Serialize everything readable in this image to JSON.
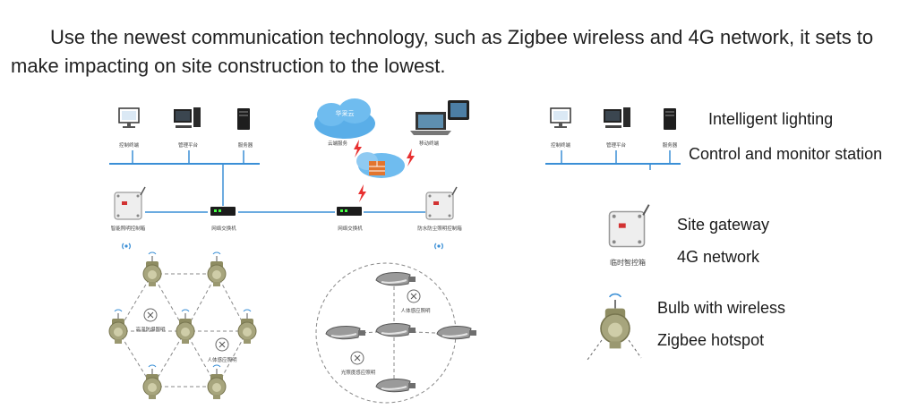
{
  "heading": "Use the newest communication technology, such as Zigbee wireless and 4G network, it sets to make impacting on site construction to the lowest.",
  "cloud_label": "华采云",
  "diagram_labels": {
    "station_1": "控制终端",
    "station_2": "管理平台",
    "station_3": "服务器",
    "cloud_station": "云端服务",
    "mobile": "移动终端",
    "gateway_left": "智能照明控制箱",
    "switch_left": "网络交换机",
    "switch_right": "网络交换机",
    "gateway_right": "防水防尘照明控制箱",
    "zone_left": "高温防爆照明",
    "zone_left_2": "人体感应照明",
    "zone_right": "人体感应照明",
    "zone_right_2": "光照度感应照明"
  },
  "legend": {
    "station_line1": "Intelligent lighting",
    "station_line2": "Control and monitor station",
    "gateway_line1": "Site gateway",
    "gateway_line2": "4G network",
    "bulb_line1": "Bulb with wireless",
    "bulb_line2": "Zigbee hotspot",
    "gateway_caption": "临时智控箱",
    "legend_station_1": "控制终端",
    "legend_station_2": "管理平台",
    "legend_station_3": "服务器"
  },
  "colors": {
    "bus_line": "#3a8fd6",
    "dashed_link": "#888888",
    "bulb_body": "#a7a57d",
    "lightning": "#e83030",
    "cloud": "#5aaee8"
  },
  "icons": [
    "computer-monitor-icon",
    "desktop-pc-icon",
    "server-tower-icon",
    "cloud-icon",
    "laptop-icon",
    "tablet-icon",
    "firewall-icon",
    "lightning-icon",
    "gateway-box-icon",
    "network-switch-icon",
    "wifi-signal-icon",
    "bulb-icon",
    "street-lamp-icon",
    "sensor-icon"
  ]
}
